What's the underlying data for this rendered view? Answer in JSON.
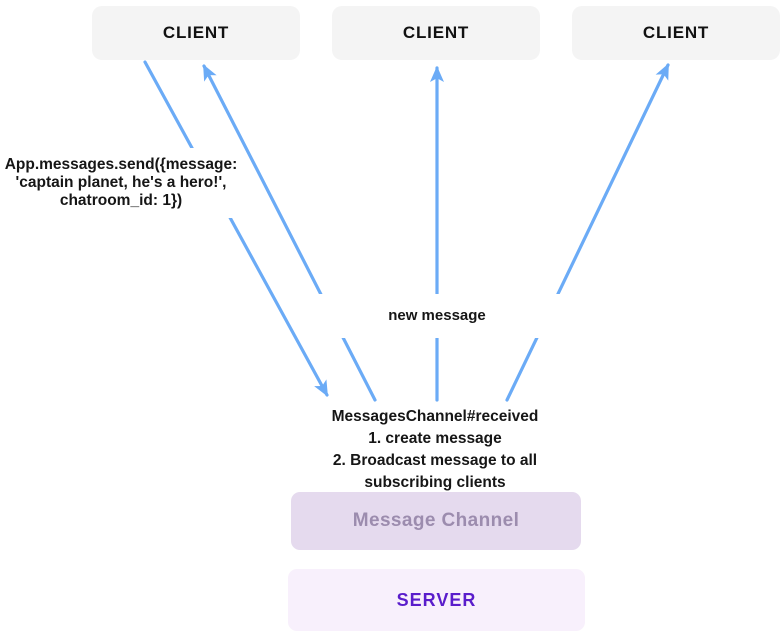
{
  "nodes": {
    "clients": [
      {
        "label": "CLIENT"
      },
      {
        "label": "CLIENT"
      },
      {
        "label": "CLIENT"
      }
    ],
    "message_channel": {
      "label": "Message Channel"
    },
    "server": {
      "label": "SERVER"
    }
  },
  "annotations": {
    "send_code": {
      "lines": [
        "App.messages.send({message:",
        "'captain planet, he's a hero!',",
        "chatroom_id: 1})"
      ]
    },
    "new_message": {
      "text": "new message"
    },
    "channel_behavior": {
      "lines": [
        "MessagesChannel#received",
        "1. create message",
        "2. Broadcast message to all",
        "subscribing clients"
      ]
    }
  },
  "arrows": [
    {
      "name": "client1-to-channel",
      "direction": "down"
    },
    {
      "name": "channel-to-client1",
      "direction": "up"
    },
    {
      "name": "channel-to-client2",
      "direction": "up"
    },
    {
      "name": "channel-to-client3",
      "direction": "up"
    }
  ],
  "colors": {
    "arrow": "#6babf6",
    "client_box": "#f4f4f4",
    "client_text": "#111111",
    "channel_box": "#e5daee",
    "channel_text": "#9c8cae",
    "server_box": "#f8f0fc",
    "server_text": "#5a1dcb",
    "annotation_text": "#161616"
  }
}
